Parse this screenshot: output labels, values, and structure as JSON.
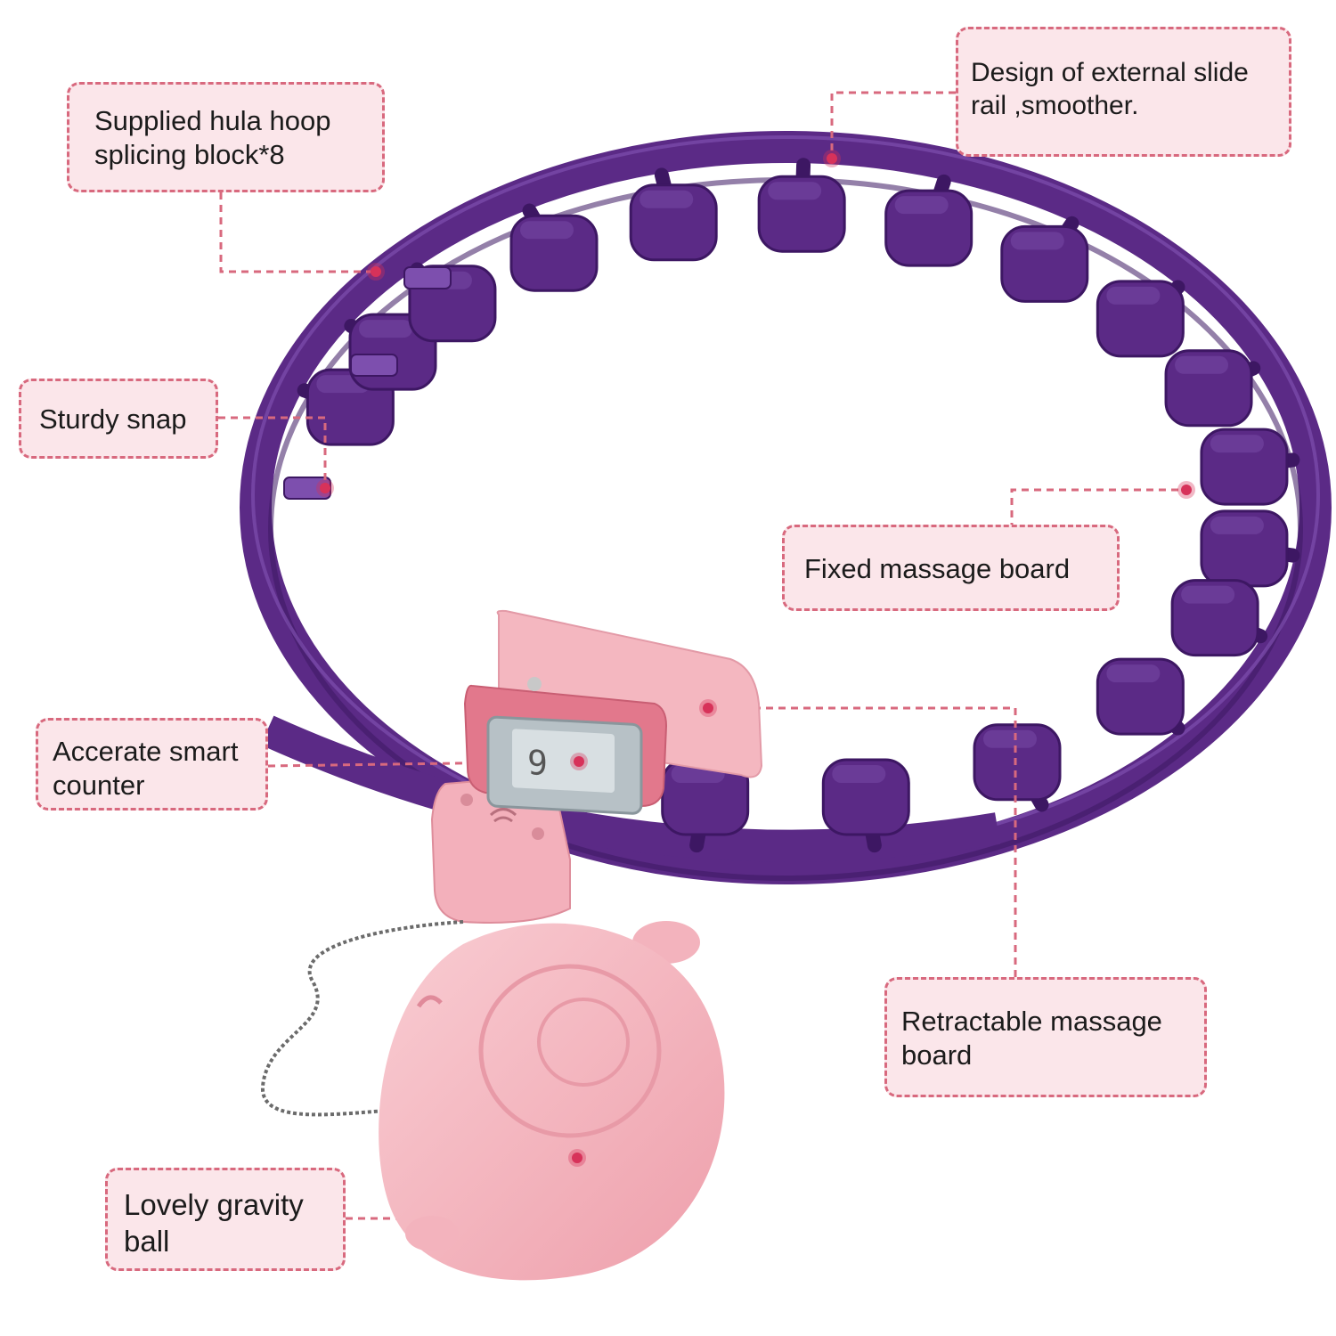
{
  "colors": {
    "hoop": "#5b2a86",
    "hoop_light": "#7d4fae",
    "hoop_dark": "#3d1763",
    "pink": "#f4b7c0",
    "pink_dark": "#e08a9a",
    "callout_fill": "#fbe6ea",
    "callout_border": "#d8697e",
    "leader": "#d8697e",
    "dot": "#d7325a"
  },
  "callouts": {
    "splicing": {
      "lines": [
        "Supplied hula hoop",
        "splicing block*8"
      ]
    },
    "rail": {
      "lines": [
        "Design of external slide",
        "rail ,smoother."
      ]
    },
    "snap": {
      "lines": [
        "Sturdy snap"
      ]
    },
    "fixed": {
      "lines": [
        "Fixed massage board"
      ]
    },
    "counter": {
      "lines": [
        "Accerate smart",
        "counter"
      ]
    },
    "retract": {
      "lines": [
        "Retractable massage",
        "board"
      ]
    },
    "ball": {
      "lines": [
        "Lovely gravity",
        "ball"
      ]
    }
  },
  "counter_display": {
    "digit": "9"
  }
}
